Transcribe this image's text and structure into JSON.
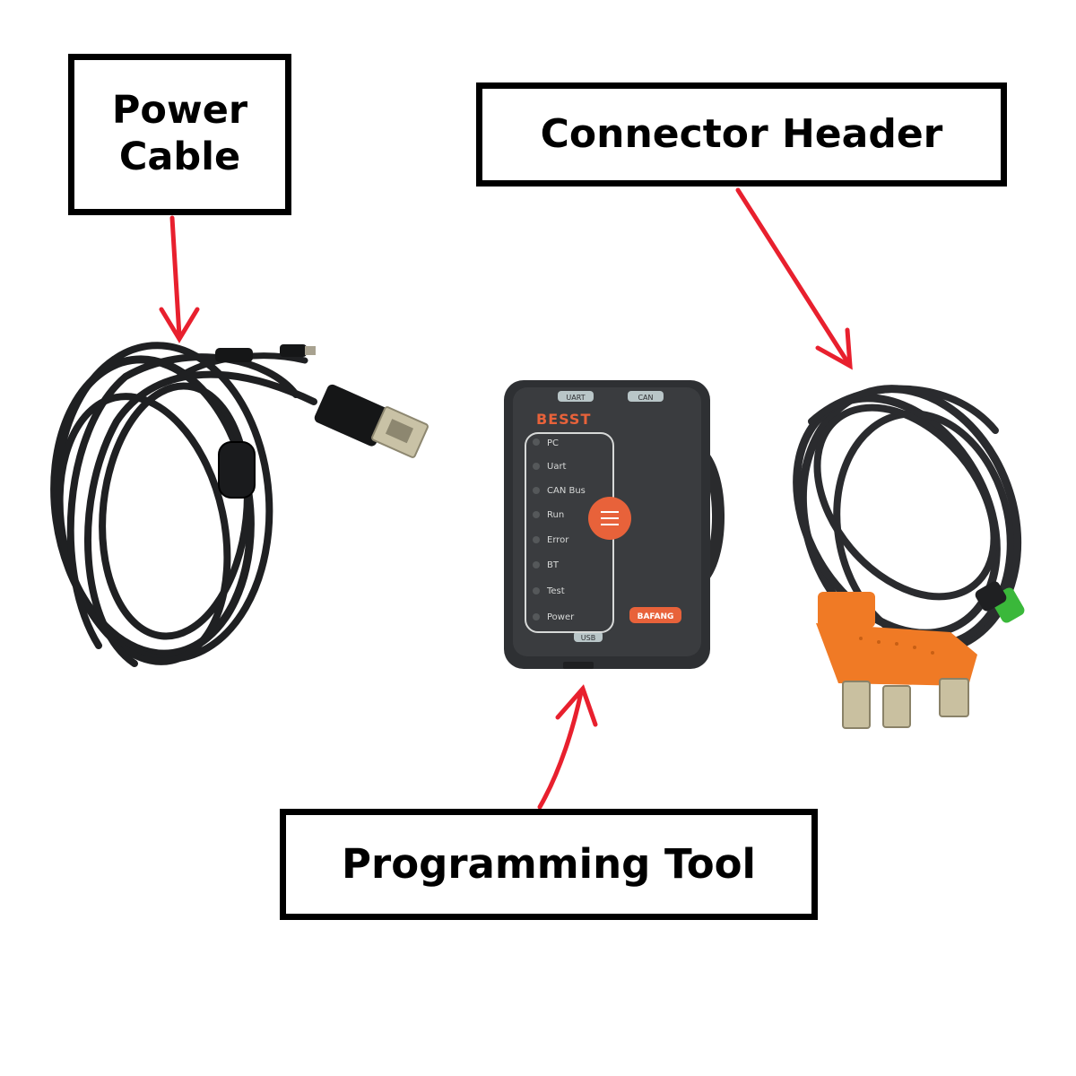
{
  "callouts": {
    "power_cable": [
      "Power",
      "Cable"
    ],
    "connector_header": "Connector Header",
    "programming_tool": "Programming Tool"
  },
  "device": {
    "brand": "BESST",
    "maker": "BAFANG",
    "ports": {
      "top_left": "UART",
      "top_right": "CAN",
      "bottom": "USB"
    },
    "indicators": [
      "PC",
      "Uart",
      "CAN Bus",
      "Run",
      "Error",
      "BT",
      "Test",
      "Power"
    ]
  },
  "colors": {
    "arrow": "#e8202e",
    "device_body": "#3a3c3f",
    "accent_orange": "#e8623a",
    "connector_orange": "#f07a25",
    "cable": "#1f2022"
  }
}
